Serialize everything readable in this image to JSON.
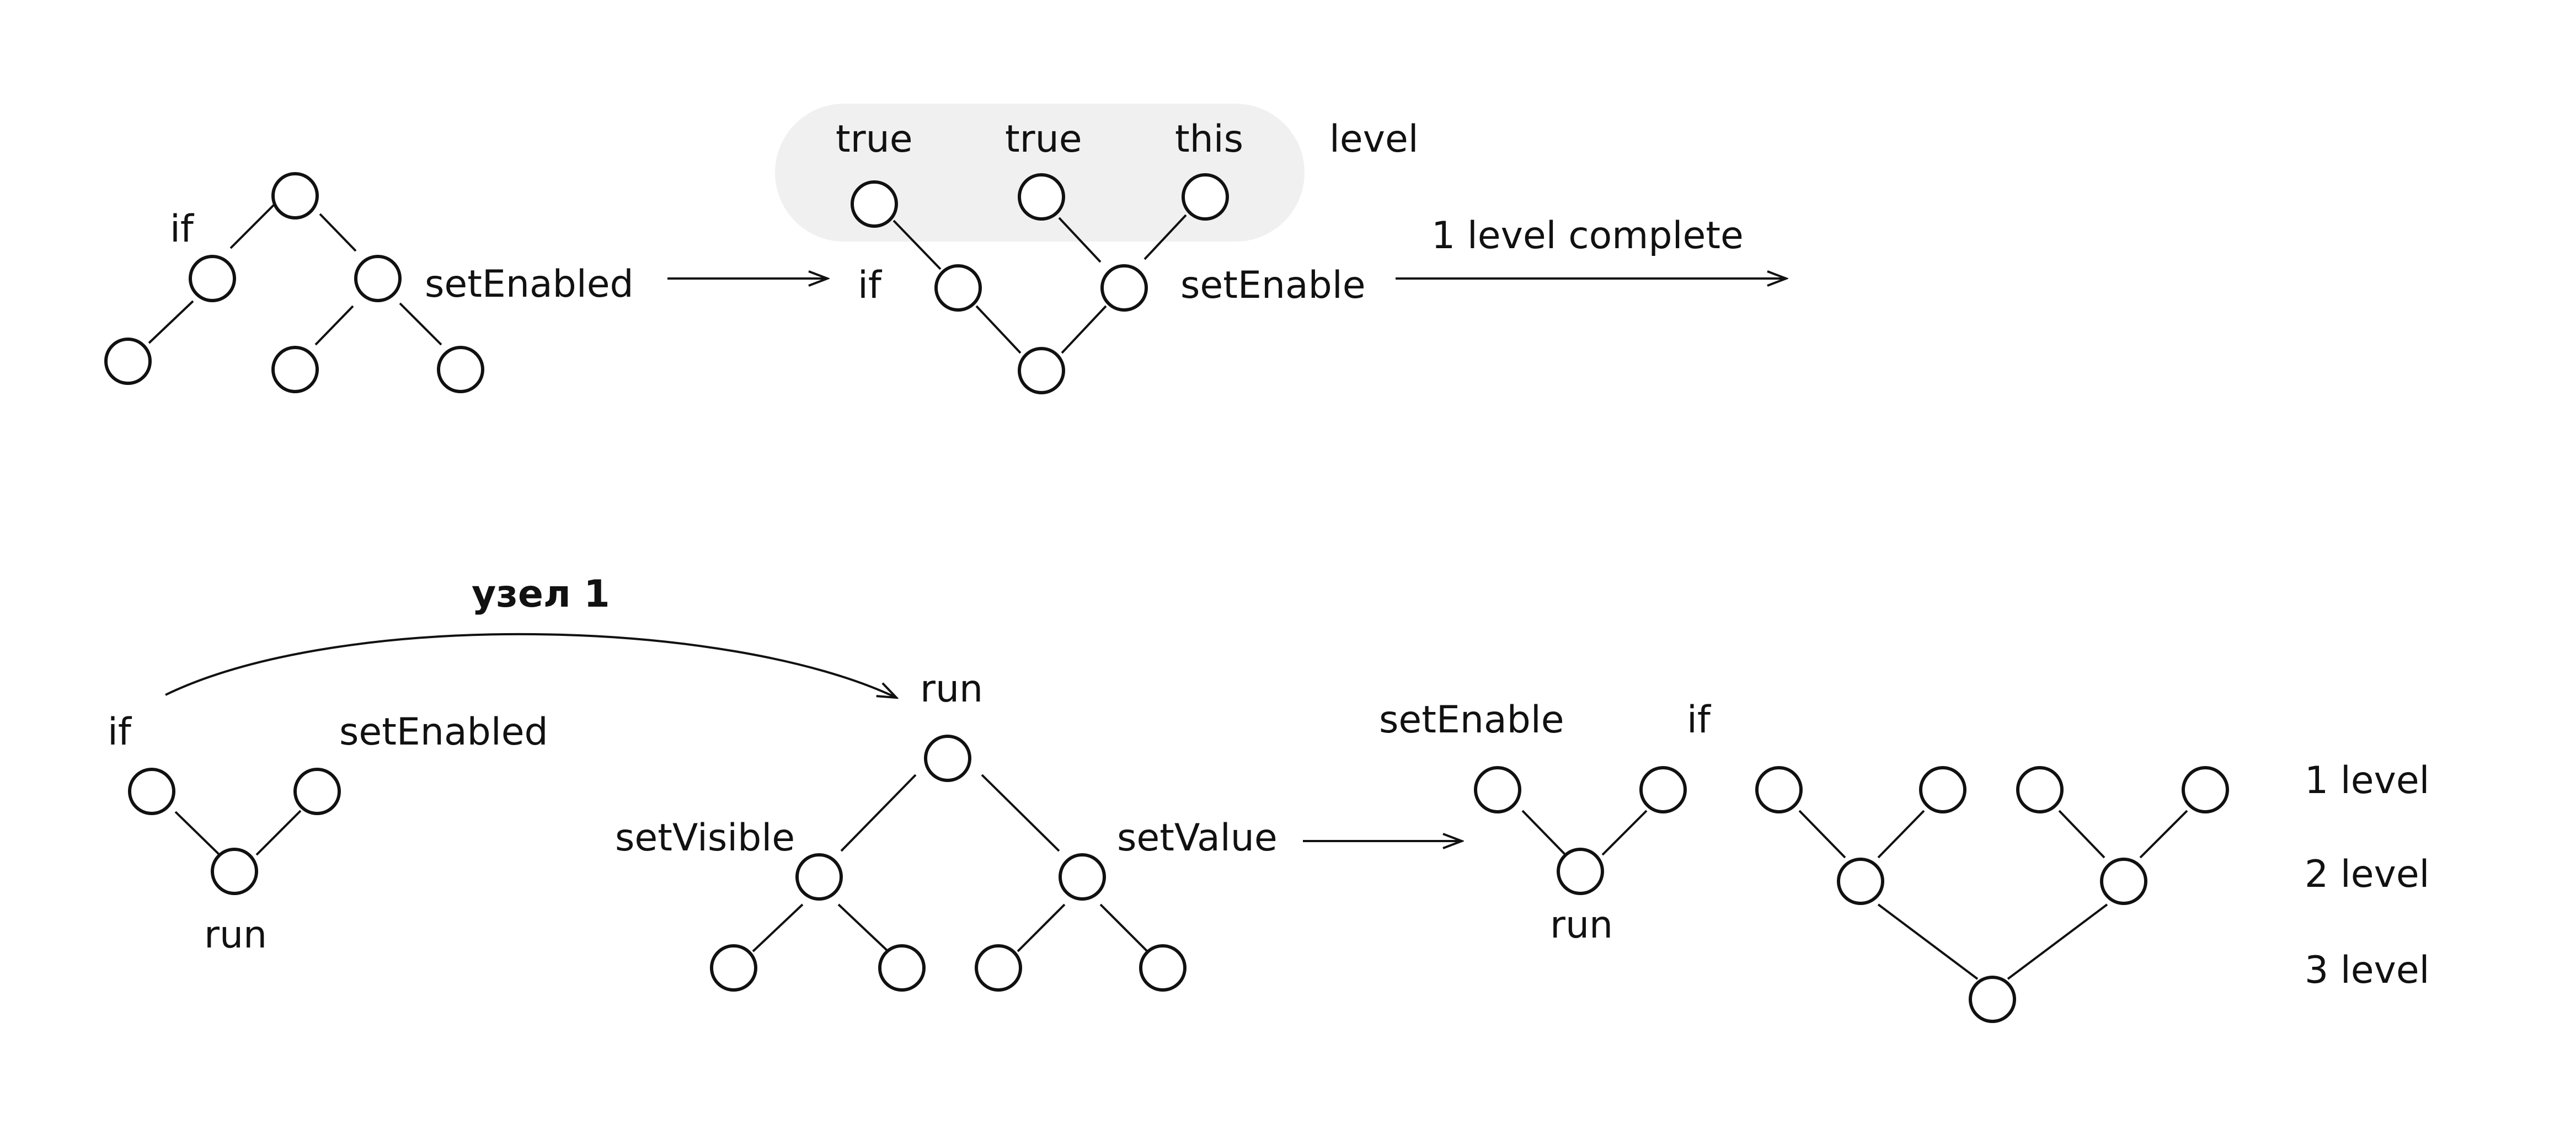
{
  "labels": {
    "if": "if",
    "setEnabled": "setEnabled",
    "setEnable": "setEnable",
    "true": "true",
    "this": "this",
    "level": "level",
    "level_complete": "1 level complete",
    "node_1": "узел 1",
    "run": "run",
    "setVisible": "setVisible",
    "setValue": "setValue",
    "level_1": "1 level",
    "level_2": "2 level",
    "level_3": "3 level"
  }
}
